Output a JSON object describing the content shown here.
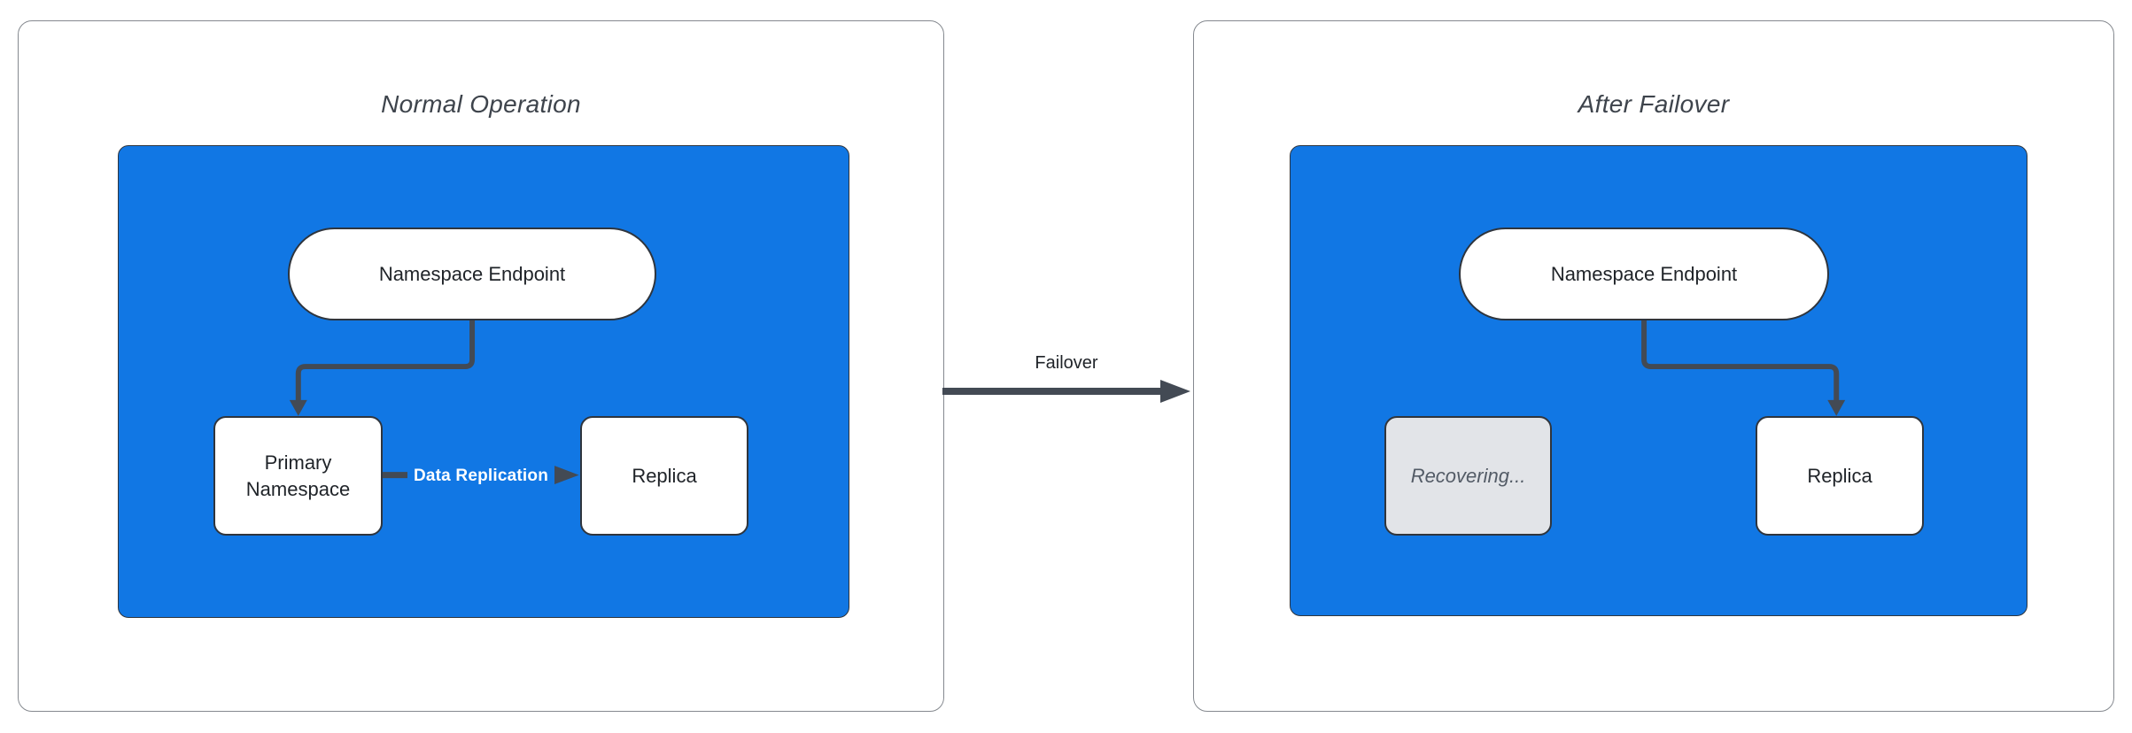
{
  "left_panel": {
    "title": "Normal Operation",
    "endpoint": "Namespace Endpoint",
    "primary_node": "Primary Namespace",
    "replica_node": "Replica",
    "replication_label": "Data Replication"
  },
  "failover": {
    "label": "Failover"
  },
  "right_panel": {
    "title": "After Failover",
    "endpoint": "Namespace Endpoint",
    "recovering_node": "Recovering...",
    "replica_node": "Replica"
  },
  "colors": {
    "group_fill": "#1177E4",
    "connector": "#434A54",
    "node_border": "#2F353D",
    "node_text": "#1F2328",
    "panel_border": "#85898F",
    "title_text": "#3E444C",
    "recovering_fill": "#E2E4E8",
    "recovering_text": "#535B66",
    "replication_label_text": "#FFFFFF"
  }
}
